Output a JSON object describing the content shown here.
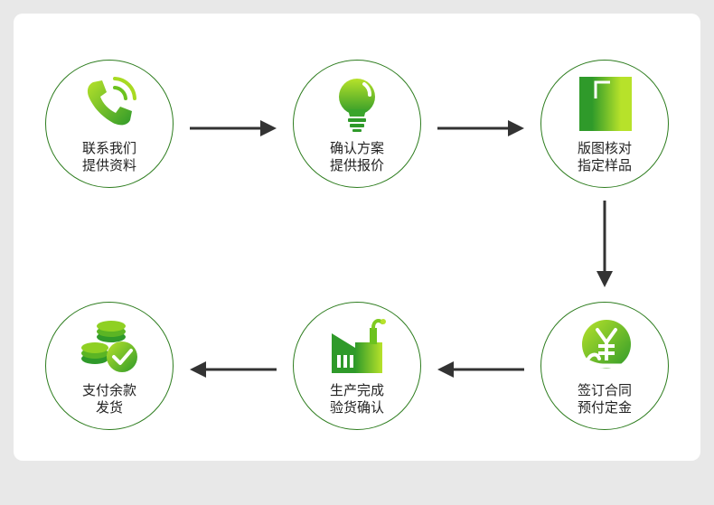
{
  "colors": {
    "ring": "#2e7d1f",
    "icon_dark": "#2f9a2a",
    "icon_light": "#b7e22a",
    "arrow": "#333333"
  },
  "steps": [
    {
      "icon": "phone-icon",
      "line1": "联系我们",
      "line2": "提供资料"
    },
    {
      "icon": "lightbulb-icon",
      "line1": "确认方案",
      "line2": "提供报价"
    },
    {
      "icon": "plate-icon",
      "line1": "版图核对",
      "line2": "指定样品"
    },
    {
      "icon": "yuan-hand-icon",
      "line1": "签订合同",
      "line2": "预付定金"
    },
    {
      "icon": "factory-icon",
      "line1": "生产完成",
      "line2": "验货确认"
    },
    {
      "icon": "coins-check-icon",
      "line1": "支付余款",
      "line2": "发货"
    }
  ]
}
